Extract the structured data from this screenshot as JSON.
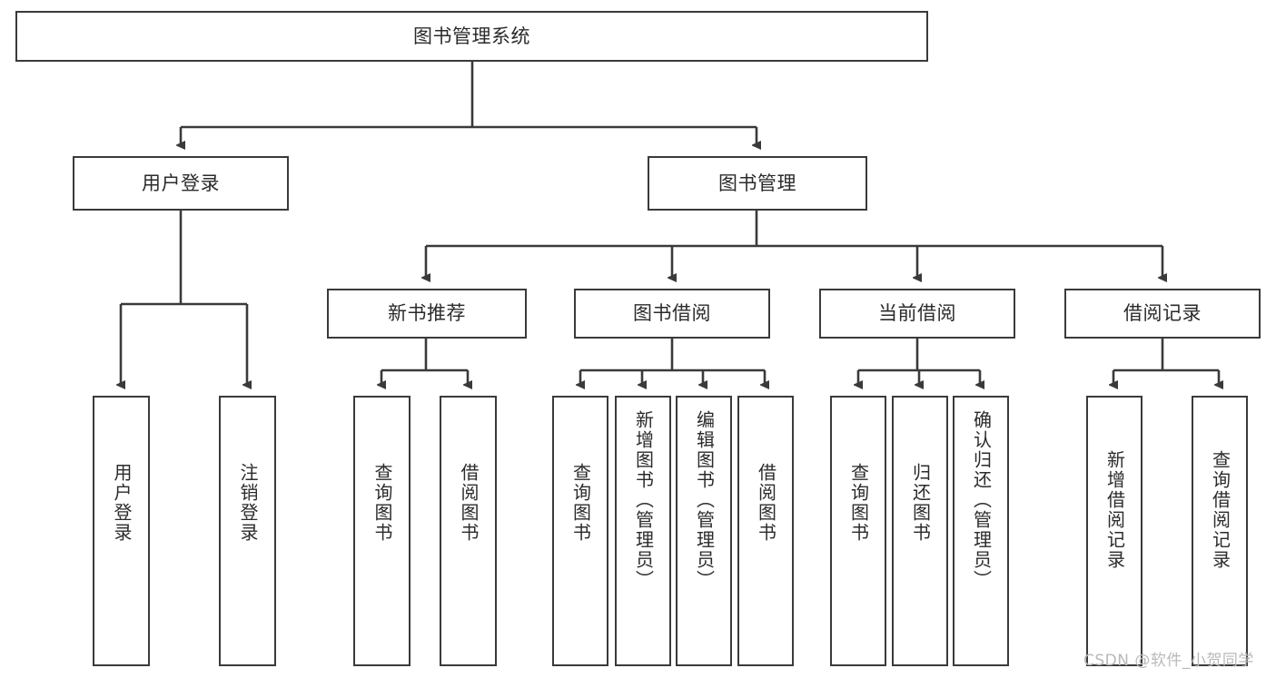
{
  "diagram": {
    "title": "图书管理系统",
    "type": "hierarchy-tree",
    "root": {
      "label": "图书管理系统"
    },
    "level1": [
      {
        "label": "用户登录"
      },
      {
        "label": "图书管理"
      }
    ],
    "level2": [
      {
        "label": "新书推荐"
      },
      {
        "label": "图书借阅"
      },
      {
        "label": "当前借阅"
      },
      {
        "label": "借阅记录"
      }
    ],
    "leaves": {
      "user_login": [
        {
          "label": "用户登录"
        },
        {
          "label": "注销登录"
        }
      ],
      "new_book_recommend": [
        {
          "label": "查询图书"
        },
        {
          "label": "借阅图书"
        }
      ],
      "book_borrow": [
        {
          "label": "查询图书"
        },
        {
          "label": "新增图书（管理员）"
        },
        {
          "label": "编辑图书（管理员）"
        },
        {
          "label": "借阅图书"
        }
      ],
      "current_borrow": [
        {
          "label": "查询图书"
        },
        {
          "label": "归还图书"
        },
        {
          "label": "确认归还（管理员）"
        }
      ],
      "borrow_record": [
        {
          "label": "新增借阅记录"
        },
        {
          "label": "查询借阅记录"
        }
      ]
    }
  },
  "watermark": {
    "text": "CSDN @软件_小贺同学"
  },
  "colors": {
    "border": "#3a3a3a",
    "text": "#2b2b2b",
    "background": "#ffffff",
    "watermark": "#b9b9b9"
  }
}
